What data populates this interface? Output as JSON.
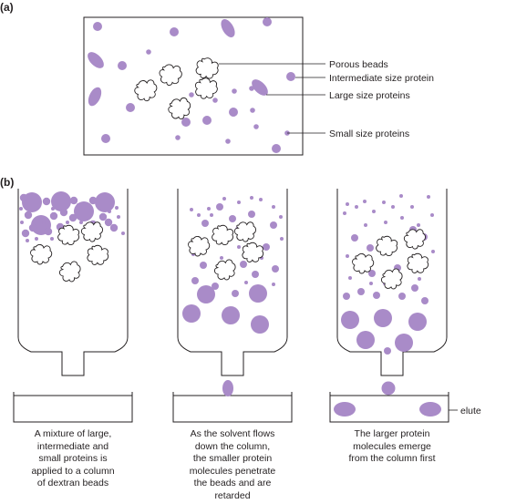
{
  "panel_a": {
    "letter": "(a)",
    "legend": [
      "Porous beads",
      "Intermediate size protein",
      "Large size proteins",
      "Small size proteins"
    ]
  },
  "panel_b": {
    "letter": "(b)",
    "elute_label": "elute",
    "captions": [
      [
        "A mixture of large,",
        "intermediate and",
        "small proteins is",
        "applied to a column",
        "of dextran beads"
      ],
      [
        "As the solvent flows",
        "down the column,",
        "the smaller protein",
        "molecules penetrate",
        "the beads and are",
        "retarded"
      ],
      [
        "The larger protein",
        "molecules emerge",
        "from the column first"
      ]
    ]
  },
  "colors": {
    "protein": "#a98bc8",
    "outline": "#231f20"
  }
}
